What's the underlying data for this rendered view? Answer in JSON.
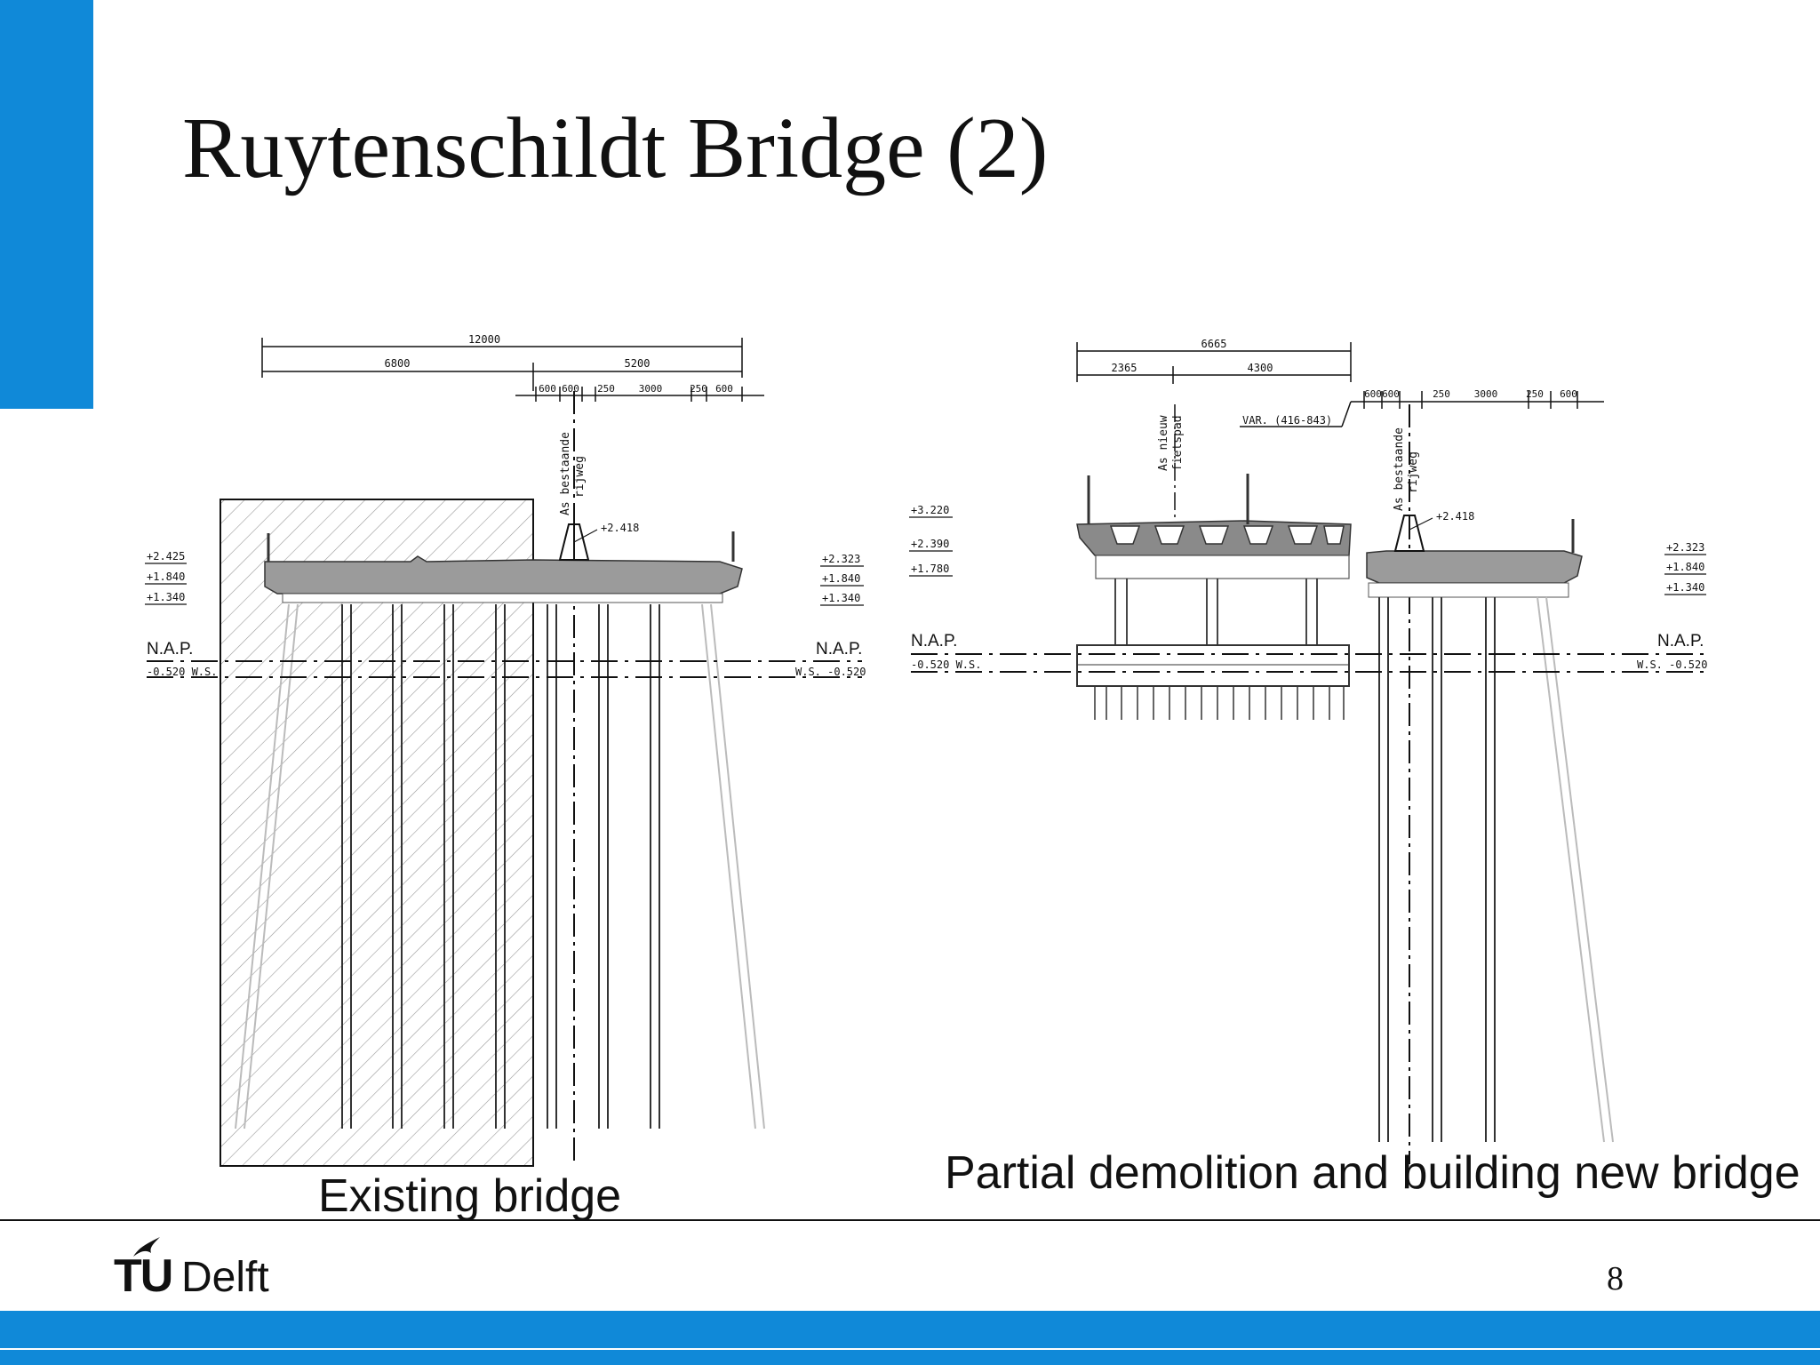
{
  "slide": {
    "title": "Ruytenschildt Bridge (2)",
    "page_number": "8",
    "accent_color": "#1089d8"
  },
  "captions": {
    "left": "Existing bridge",
    "right": "Partial demolition and building new bridge"
  },
  "logo": {
    "tu": "TU",
    "delft": "Delft"
  },
  "left_drawing": {
    "dim_total": "12000",
    "dim_left": "6800",
    "dim_right": "5200",
    "dim_small": [
      "600",
      "600",
      "250",
      "3000",
      "250",
      "600"
    ],
    "axis_label": [
      "As bestaande",
      "rijweg"
    ],
    "level_top": "+2.418",
    "levels_left": [
      "+2.425",
      "+1.840",
      "+1.340"
    ],
    "levels_right": [
      "+2.323",
      "+1.840",
      "+1.340"
    ],
    "nap_left": "N.A.P.",
    "ws_left": "-0.520 W.S.",
    "nap_right": "N.A.P.",
    "ws_right": "W.S. -0.520"
  },
  "right_drawing": {
    "dim_total": "6665",
    "dim_left": "2365",
    "dim_right": "4300",
    "dim_small": [
      "600",
      "600",
      "250",
      "3000",
      "250",
      "600"
    ],
    "var_label": "VAR. (416-843)",
    "axis_new": [
      "As nieuw",
      "fietspad"
    ],
    "axis_existing": [
      "As bestaande",
      "rijweg"
    ],
    "level_top": "+2.418",
    "levels_left": [
      "+3.220",
      "+2.390",
      "+1.780"
    ],
    "levels_right": [
      "+2.323",
      "+1.840",
      "+1.340"
    ],
    "nap_left": "N.A.P.",
    "ws_left": "-0.520 W.S.",
    "nap_right": "N.A.P.",
    "ws_right": "W.S. -0.520"
  }
}
